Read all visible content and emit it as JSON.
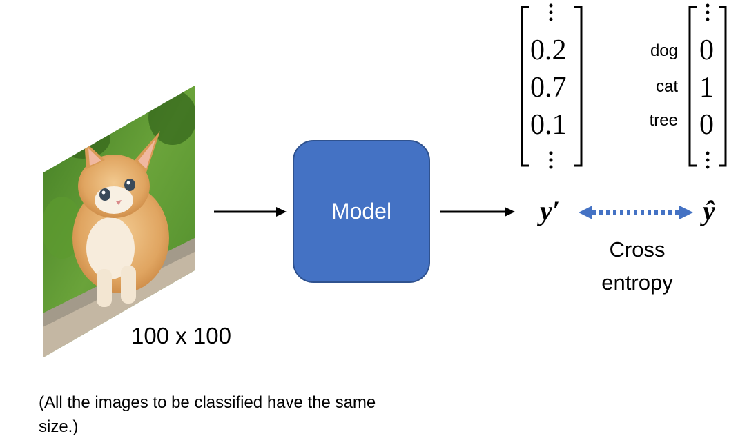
{
  "input": {
    "size_label": "100 x 100"
  },
  "model": {
    "label": "Model"
  },
  "prediction": {
    "symbol": "y′",
    "values": [
      "0.2",
      "0.7",
      "0.1"
    ]
  },
  "target": {
    "symbol": "ŷ",
    "classes": [
      "dog",
      "cat",
      "tree"
    ],
    "values": [
      "0",
      "1",
      "0"
    ]
  },
  "loss": {
    "line1": "Cross",
    "line2": "entropy"
  },
  "footnote": "(All the images to be classified have the same size.)",
  "colors": {
    "model_fill": "#4472c4",
    "model_border": "#2f528f",
    "dotted_arrow": "#4472c4"
  }
}
